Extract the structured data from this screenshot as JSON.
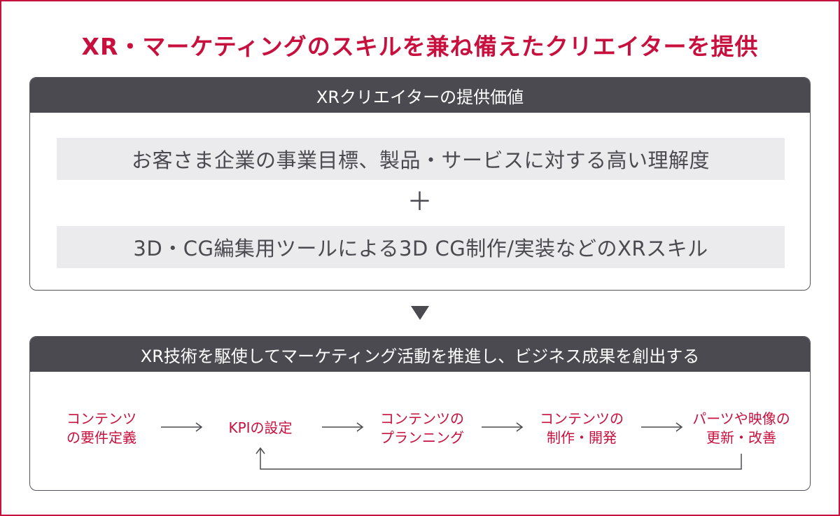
{
  "title": "XR・マーケティングのスキルを兼ね備えたクリエイターを提供",
  "value_panel": {
    "header": "XRクリエイターの提供価値",
    "item_1": "お客さま企業の事業目標、製品・サービスに対する高い理解度",
    "plus": "＋",
    "item_2": "3D・CG編集用ツールによる3D CG制作/実装などのXRスキル"
  },
  "outcome_panel": {
    "header": "XR技術を駆使してマーケティング活動を推進し、ビジネス成果を創出する",
    "steps": [
      {
        "line1": "コンテンツ",
        "line2": "の要件定義"
      },
      {
        "line1": "KPIの設定",
        "line2": ""
      },
      {
        "line1": "コンテンツの",
        "line2": "プランニング"
      },
      {
        "line1": "コンテンツの",
        "line2": "制作・開発"
      },
      {
        "line1": "パーツや映像の",
        "line2": "更新・改善"
      }
    ]
  },
  "colors": {
    "accent": "#c8103e",
    "header_bg": "#4a4a50",
    "row_bg": "#ebebed"
  }
}
